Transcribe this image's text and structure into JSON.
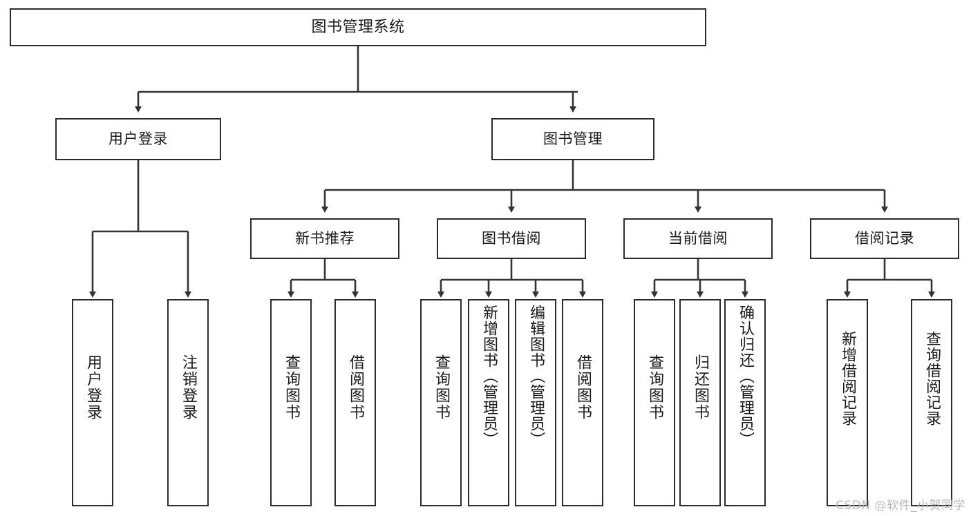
{
  "diagram": {
    "title": "图书管理系统",
    "type": "hierarchy-tree",
    "watermark": "CSDN @软件_小贺同学",
    "colors": {
      "background": "#ffffff",
      "box_border": "#2b2b2b",
      "box_fill": "#ffffff",
      "text": "#1a1a1a",
      "connector": "#333333",
      "watermark": "#b9b9b9"
    },
    "levels": {
      "level1": [
        {
          "id": "root",
          "label": "图书管理系统"
        }
      ],
      "level2": [
        {
          "id": "user-login",
          "label": "用户登录"
        },
        {
          "id": "book-management",
          "label": "图书管理"
        }
      ],
      "level3": [
        {
          "id": "new-book-recommend",
          "label": "新书推荐"
        },
        {
          "id": "book-borrow",
          "label": "图书借阅"
        },
        {
          "id": "current-borrow",
          "label": "当前借阅"
        },
        {
          "id": "borrow-record",
          "label": "借阅记录"
        }
      ],
      "level4": [
        {
          "id": "leaf-user-login",
          "label": "用户登录",
          "parent": "user-login"
        },
        {
          "id": "leaf-logout-login",
          "label": "注销登录",
          "parent": "user-login"
        },
        {
          "id": "leaf-query-book-1",
          "label": "查询图书",
          "parent": "new-book-recommend"
        },
        {
          "id": "leaf-borrow-book-1",
          "label": "借阅图书",
          "parent": "new-book-recommend"
        },
        {
          "id": "leaf-query-book-2",
          "label": "查询图书",
          "parent": "book-borrow"
        },
        {
          "id": "leaf-add-book",
          "label": "新增图书（管理员）",
          "parent": "book-borrow"
        },
        {
          "id": "leaf-edit-book",
          "label": "编辑图书（管理员）",
          "parent": "book-borrow"
        },
        {
          "id": "leaf-borrow-book-2",
          "label": "借阅图书",
          "parent": "book-borrow"
        },
        {
          "id": "leaf-query-book-3",
          "label": "查询图书",
          "parent": "current-borrow"
        },
        {
          "id": "leaf-return-book",
          "label": "归还图书",
          "parent": "current-borrow"
        },
        {
          "id": "leaf-confirm-return",
          "label": "确认归还（管理员）",
          "parent": "current-borrow"
        },
        {
          "id": "leaf-add-record",
          "label": "新增借阅记录",
          "parent": "borrow-record"
        },
        {
          "id": "leaf-query-record",
          "label": "查询借阅记录",
          "parent": "borrow-record"
        }
      ]
    }
  }
}
